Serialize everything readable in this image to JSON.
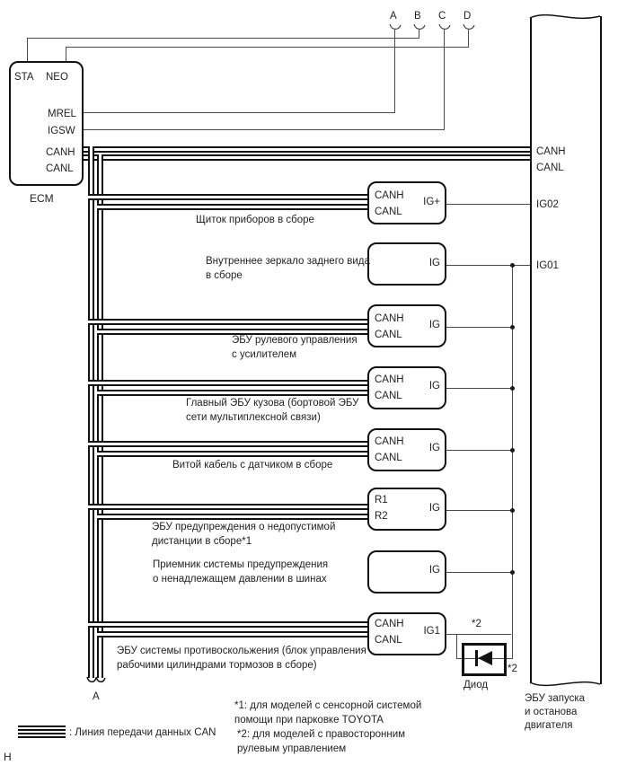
{
  "colors": {
    "wire": "#4a4a4a",
    "thick_line": "#121212",
    "text": "#222222",
    "background": "#ffffff"
  },
  "connectors_top": [
    "A",
    "B",
    "C",
    "D"
  ],
  "ecm": {
    "caption": "ECM",
    "pins": {
      "sta": "STA",
      "neo": "NEO",
      "mrel": "MREL",
      "igsw": "IGSW",
      "canh": "CANH",
      "canl": "CANL"
    }
  },
  "right_box": {
    "pins": {
      "canh": "CANH",
      "canl": "CANL",
      "ig02": "IG02",
      "ig01": "IG01"
    },
    "caption_lines": [
      "ЭБУ запуска",
      "и останова",
      "двигателя"
    ]
  },
  "modules": [
    {
      "label_lines": [
        "Щиток приборов в сборе"
      ],
      "pins_left": [
        "CANH",
        "CANL"
      ],
      "pin_right": "IG+"
    },
    {
      "label_lines": [
        "Внутреннее зеркало заднего вида",
        "в сборе"
      ],
      "pins_left": [],
      "pin_right": "IG"
    },
    {
      "label_lines": [
        "ЭБУ рулевого управления",
        "с усилителем"
      ],
      "pins_left": [
        "CANH",
        "CANL"
      ],
      "pin_right": "IG"
    },
    {
      "label_lines": [
        "Главный ЭБУ кузова (бортовой ЭБУ",
        "сети мультиплексной связи)"
      ],
      "pins_left": [
        "CANH",
        "CANL"
      ],
      "pin_right": "IG"
    },
    {
      "label_lines": [
        "Витой кабель с датчиком в сборе"
      ],
      "pins_left": [
        "CANH",
        "CANL"
      ],
      "pin_right": "IG"
    },
    {
      "label_lines": [
        "ЭБУ предупреждения о недопустимой",
        "дистанции в сборе*1"
      ],
      "pins_left": [
        "R1",
        "R2"
      ],
      "pin_right": "IG"
    },
    {
      "label_lines": [
        "Приемник системы предупреждения",
        "о ненадлежащем давлении в шинах"
      ],
      "pins_left": [],
      "pin_right": "IG"
    },
    {
      "label_lines": [
        "ЭБУ системы противоскольжения (блок управления",
        "рабочими цилиндрами тормозов в сборе)"
      ],
      "pins_left": [
        "CANH",
        "CANL"
      ],
      "pin_right": "IG1"
    }
  ],
  "diode": {
    "label": "Диод",
    "note_top": "*2",
    "note_right": "*2"
  },
  "legend": {
    "text": ": Линия передачи данных CAN"
  },
  "footnotes": [
    {
      "lines": [
        "*1: для моделей с сенсорной системой",
        "помощи при парковке TOYOTA"
      ]
    },
    {
      "lines": [
        "*2: для моделей с правосторонним",
        "рулевым управлением"
      ]
    }
  ],
  "markers": {
    "bus_continuation": "A",
    "page": "H"
  }
}
